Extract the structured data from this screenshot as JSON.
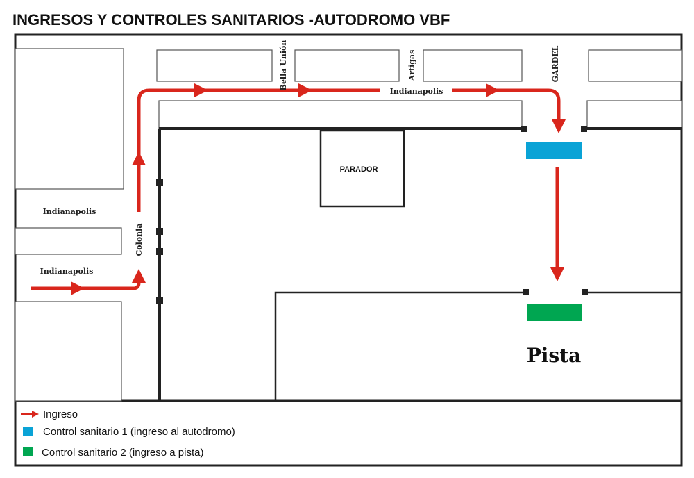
{
  "title": "INGRESOS Y CONTROLES SANITARIOS -AUTODROMO VBF",
  "streets": {
    "bella_union": "Bella Unión",
    "artigas": "Artigas",
    "gardel": "GARDEL",
    "indianapolis_top": "Indianapolis",
    "indianapolis_left_1": "Indianapolis",
    "indianapolis_left_2": "Indianapolis",
    "colonia": "Colonia"
  },
  "places": {
    "parador": "PARADOR",
    "pista": "Pista"
  },
  "colors": {
    "route": "#d9261c",
    "control_1": "#0aa3d6",
    "control_2": "#00a651"
  },
  "legend": [
    {
      "icon": "red-arrow",
      "label": "Ingreso"
    },
    {
      "icon": "blue-square",
      "label": "Control sanitario 1 (ingreso al autodromo)"
    },
    {
      "icon": "green-square",
      "label": "Control sanitario 2 (ingreso a pista)"
    }
  ]
}
